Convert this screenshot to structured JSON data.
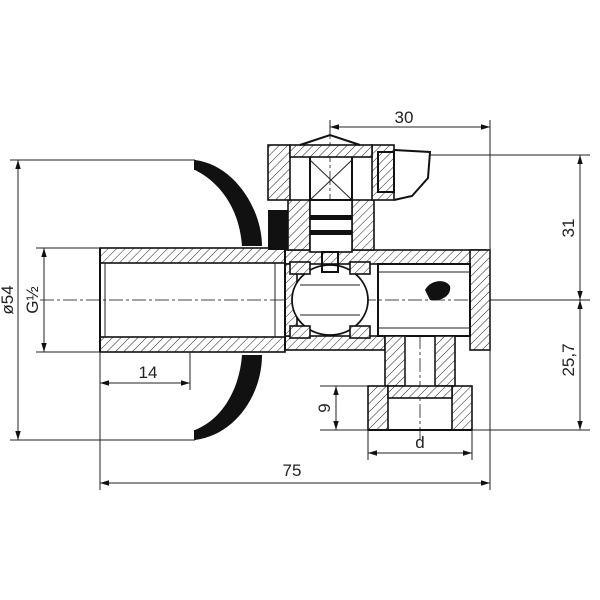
{
  "drawing": {
    "dimensions": {
      "top_width": "30",
      "right_upper_height": "31",
      "right_lower_height": "25,7",
      "outer_diameter": "ø54",
      "thread": "G½",
      "thread_length": "14",
      "outlet_height": "9",
      "outlet_diameter": "d",
      "total_length": "75"
    },
    "colors": {
      "line": "#111111",
      "background": "#ffffff"
    }
  }
}
